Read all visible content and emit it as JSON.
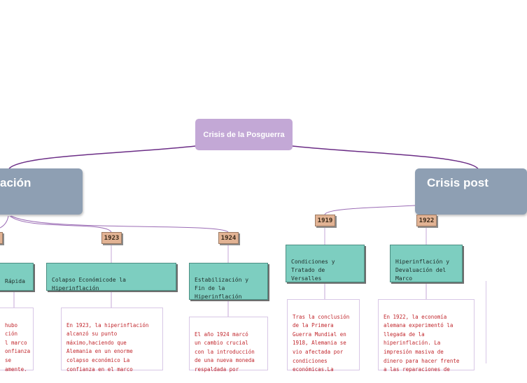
{
  "root": {
    "label": "Crisis de la Posguerra"
  },
  "branches": {
    "left": {
      "label": "ación"
    },
    "right": {
      "label": "Crisis post"
    }
  },
  "years": {
    "left_partial": "",
    "y1923": "1923",
    "y1924": "1924",
    "y1919": "1919",
    "y1922": "1922"
  },
  "topics": {
    "left_partial": "Rápida",
    "colapso": "Colapso Económicode la\nHiperinflación",
    "estabilizacion": "Estabilización y\nFin de la\nHiperinflación",
    "condiciones": "Condiciones y\nTratado de\nVersalles",
    "hiperinflacion": "Hiperinflación y\nDevaluación del\nMarco"
  },
  "descriptions": {
    "left_partial": "hubo\nción\nl marco\nonfianza\nse\namente.",
    "d1923": "En 1923, la hiperinflación\nalcanzó su punto\nmáximo,haciendo que\nAlemania en un enorme\ncolapso económico La\nconfianza en el marco",
    "d1924": "El año 1924 marcó\nun cambio crucial\ncon la introducción\nde una nueva moneda\nrespaldada por",
    "d1919": "Tras la conclusión\nde la Primera\nGuerra Mundial en\n1918, Alemania se\nvio afectada por\ncondiciones\neconómicas.La",
    "d1922": "En 1922, la economía\nalemana experimentó la\nllegada de la\nhiperinflación. La\nimpresión masiva de\ndinero para hacer frente\na las reparaciones de"
  },
  "colors": {
    "root": "#c3a8d6",
    "branch": "#8e9fb3",
    "year": "#e2b394",
    "topic": "#7dcec0",
    "connector": "#6b2d86",
    "description_text": "#c1272d"
  }
}
